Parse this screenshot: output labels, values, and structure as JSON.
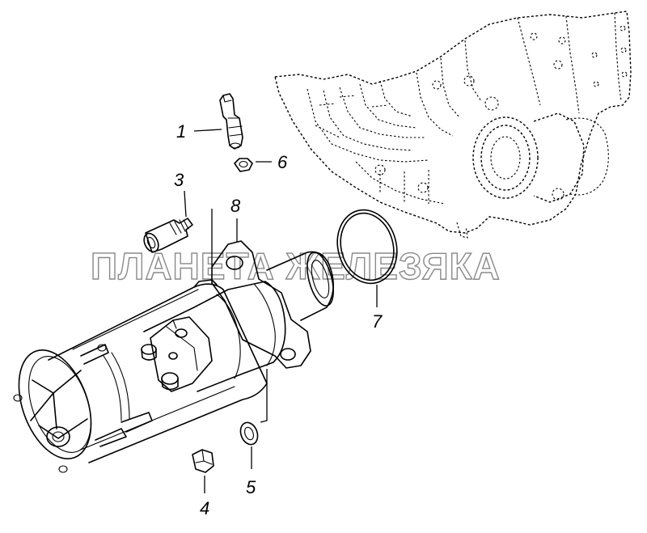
{
  "watermark": "ПЛАНЕТА ЖЕЛЕЗЯКА",
  "callouts": [
    {
      "id": "1",
      "label": "1"
    },
    {
      "id": "3",
      "label": "3"
    },
    {
      "id": "4",
      "label": "4"
    },
    {
      "id": "5",
      "label": "5"
    },
    {
      "id": "6",
      "label": "6"
    },
    {
      "id": "7",
      "label": "7"
    },
    {
      "id": "8",
      "label": "8"
    }
  ]
}
